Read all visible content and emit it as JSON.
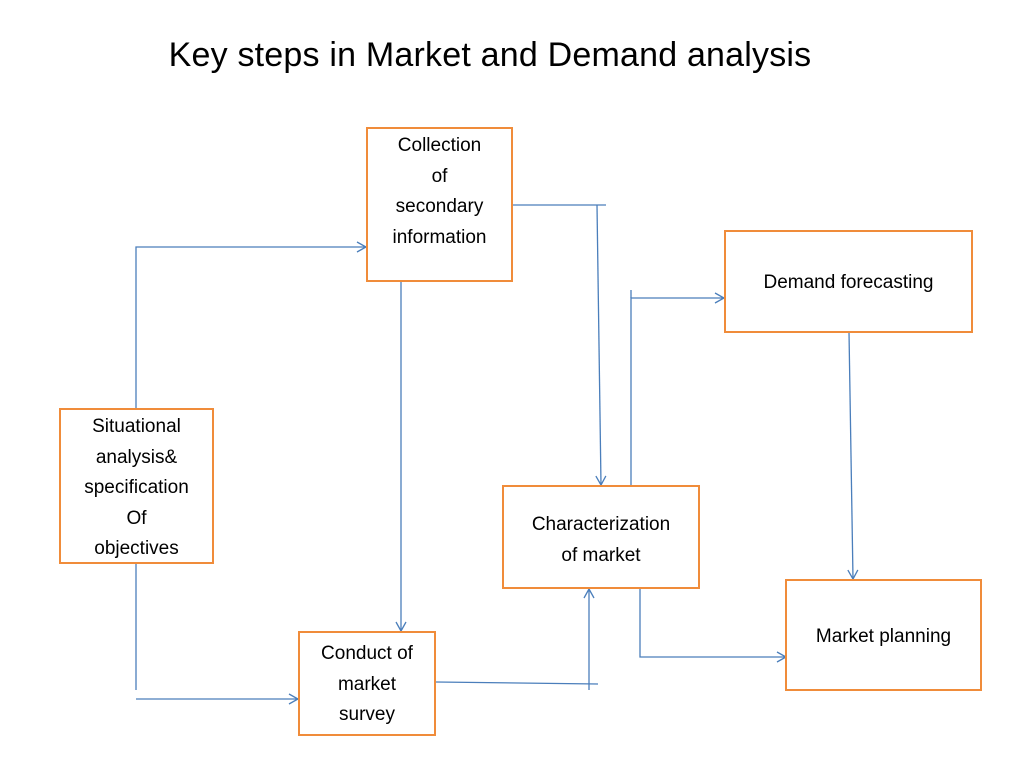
{
  "title": "Key steps in Market and Demand analysis",
  "boxes": {
    "collection": [
      "Collection",
      "of",
      "secondary",
      "information"
    ],
    "demand": [
      "Demand forecasting"
    ],
    "situational": [
      "Situational",
      "analysis&",
      "specification",
      "Of",
      "objectives"
    ],
    "characterization": [
      "Characterization",
      "of market"
    ],
    "conduct": [
      "Conduct of",
      "market",
      "survey"
    ],
    "planning": [
      "Market planning"
    ]
  },
  "colors": {
    "box_border": "#F08C3A",
    "connector": "#4A7EBB"
  }
}
